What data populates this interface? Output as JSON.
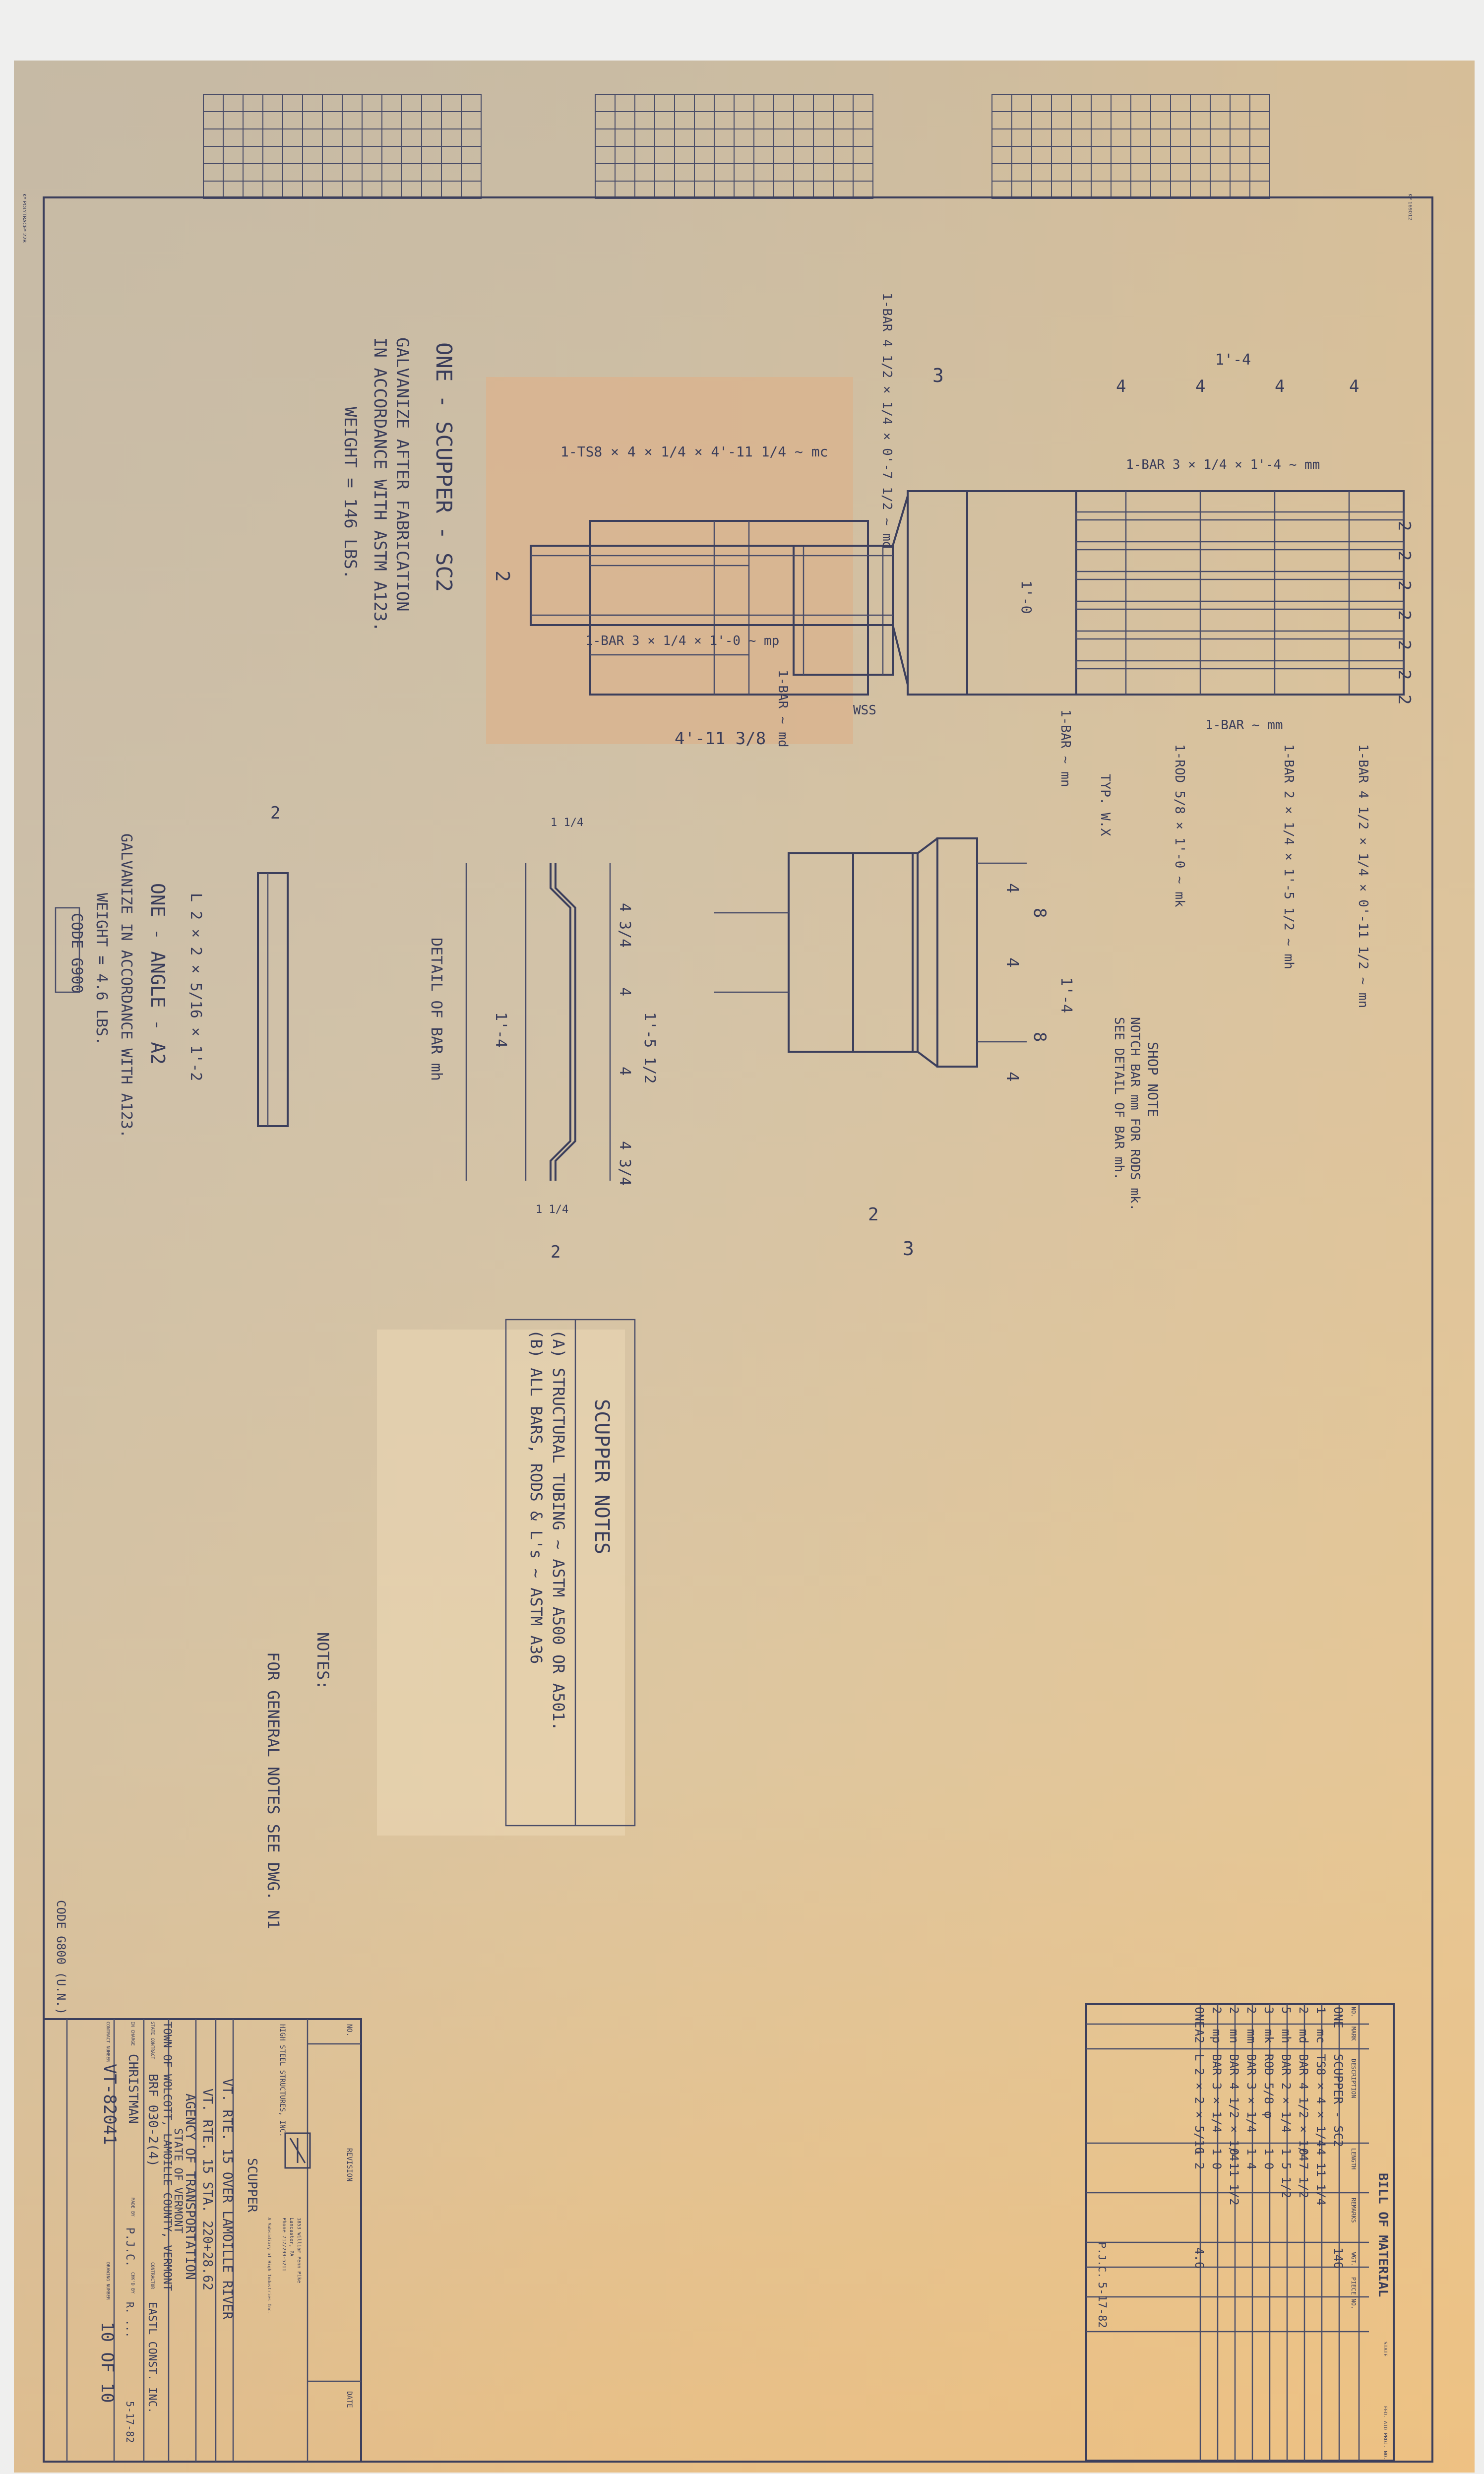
{
  "sheet_marks": {
    "left_top": "K* POLYTRACE* 22R",
    "right_top": "KP 169012"
  },
  "scupper_drawing": {
    "title": "ONE - SCUPPER - SC2",
    "notes": [
      "GALVANIZE AFTER FABRICATION",
      "IN ACCORDANCE WITH ASTM A123."
    ],
    "weight": "WEIGHT = 146 LBS.",
    "labels": {
      "ts8": "1-TS8 × 4 × 1/4 × 4'-11 1/4 ~ mc",
      "bar_mp": "1-BAR 3 × 1/4 × 1'-0 ~ mp",
      "bar_md_top": "1-BAR 4 1/2 × 1/4 × 0'-7 1/2 ~ md",
      "bar_mm_top": "1-BAR 3 × 1/4 × 1'-4 ~ mm",
      "bar_mm_bottom": "1-BAR ~ mm",
      "bar_mn_bottom": "1-BAR 4 1/2 × 1/4 × 0'-11 1/2 ~ mn",
      "bar_mh": "1-BAR 2 × 1/4 × 1'-5 1/2 ~ mh",
      "rod_mk": "1-ROD 5/8 × 1'-0 ~ mk",
      "bar_mn": "1-BAR ~ mn",
      "bar_md": "1-BAR ~ md",
      "typ": "TYP. W.X",
      "wss": "WSS",
      "ts_len": "4'-11 3/8",
      "top_len": "1'-4",
      "side_len": "1'-0",
      "side_len2": "1'-4",
      "shop_note_title": "SHOP NOTE",
      "shop_note_1": "NOTCH BAR mm FOR RODS mk.",
      "shop_note_2": "SEE DETAIL OF BAR mh."
    },
    "dims_top": [
      "4",
      "4",
      "4",
      "4"
    ],
    "dims_right": [
      "2",
      "2",
      "2",
      "2",
      "2",
      "2",
      "2"
    ],
    "dims_mid": [
      "4",
      "8",
      "4",
      "8",
      "4"
    ],
    "dims_small": [
      "3",
      "2",
      "3",
      "2"
    ]
  },
  "bar_detail": {
    "title": "DETAIL OF BAR mh",
    "length": "1'-4",
    "total": "1'-5 1/2",
    "dims": [
      "4 3/4",
      "4",
      "4",
      "4 3/4"
    ],
    "end_dims": [
      "1 1/4",
      "1 1/4"
    ],
    "width": "2"
  },
  "angle_drawing": {
    "title": "ONE - ANGLE - A2",
    "size": "L 2 × 2 × 5/16 × 1'-2",
    "notes": [
      "GALVANIZE IN ACCORDANCE WITH A123."
    ],
    "weight": "WEIGHT = 4.6 LBS.",
    "code": "CODE G900",
    "width": "2"
  },
  "scupper_notes": {
    "title": "SCUPPER NOTES",
    "items": [
      "(A) STRUCTURAL TUBING ~ ASTM A500 OR A501.",
      "(B) ALL BARS, RODS & L's ~ ASTM A36"
    ]
  },
  "general_notes": {
    "title": "NOTES:",
    "text": "FOR GENERAL NOTES SEE DWG. N1"
  },
  "title_block": {
    "code": "CODE G800 (U.N.)",
    "no_label": "NO.",
    "revision_label": "REVISION",
    "date_label": "DATE",
    "company": "HIGH STEEL STRUCTURES, INC.",
    "company_addr": [
      "1853 William Penn Pike",
      "Lancaster, PA",
      "Phone 717/299-5211"
    ],
    "company_sub": "A Subsidiary of High Industries Inc.",
    "item": "SCUPPER",
    "line1": "VT. RTE. 15 OVER LAMOILLE RIVER",
    "line2": "VT. RTE. 15 STA. 220+28.62",
    "line3": "AGENCY OF TRANSPORTATION",
    "line4": "STATE OF VERMONT",
    "line5": "TOWN OF WOLCOTT, LAMOILLE COUNTY, VERMONT",
    "state_contract_label": "STATE CONTRACT",
    "state_contract": "BRF 030-2(4)",
    "contractor_label": "CONTRACTOR",
    "contractor": "EASTL CONST. INC.",
    "in_charge_label": "IN CHARGE",
    "in_charge": "CHRISTMAN",
    "made_by_label": "MADE BY",
    "made_by": "P.J.C.",
    "chkd_label": "CHK'D BY",
    "chkd": "R. ...",
    "date": "5-17-82",
    "contract_number_label": "CONTRACT NUMBER",
    "contract_number": "VT-82041",
    "drawing_label": "DRAWING NUMBER",
    "drawing": "10 OF 10"
  },
  "bom": {
    "title": "BILL OF MATERIAL",
    "columns": [
      "NO.",
      "MARK",
      "DESCRIPTION",
      "LENGTH",
      "REMARKS",
      "WGT.",
      "PIECE NO.",
      "STATE",
      "FED. AID PROJ. NO."
    ],
    "rows": [
      {
        "no": "ONE",
        "mark": "",
        "desc": "SCUPPER - SC2",
        "len": "",
        "wgt": "146"
      },
      {
        "no": "1",
        "mark": "mc",
        "desc": "TS8 × 4 × 1/4",
        "len": "4 11 1/4",
        "wgt": ""
      },
      {
        "no": "2",
        "mark": "md",
        "desc": "BAR 4 1/2 × 1/4",
        "len": "0 7 1/2",
        "wgt": ""
      },
      {
        "no": "5",
        "mark": "mh",
        "desc": "BAR 2 × 1/4",
        "len": "1 5 1/2",
        "wgt": ""
      },
      {
        "no": "3",
        "mark": "mk",
        "desc": "ROD 5/8 φ",
        "len": "1 0",
        "wgt": ""
      },
      {
        "no": "2",
        "mark": "mm",
        "desc": "BAR 3 × 1/4",
        "len": "1 4",
        "wgt": ""
      },
      {
        "no": "2",
        "mark": "mn",
        "desc": "BAR 4 1/2 × 1/4",
        "len": "0 11 1/2",
        "wgt": ""
      },
      {
        "no": "2",
        "mark": "mp",
        "desc": "BAR 3 × 1/4",
        "len": "1 0",
        "wgt": ""
      },
      {
        "no": "ONE",
        "mark": "A2",
        "desc": "L 2 × 2 × 5/16",
        "len": "1 2",
        "wgt": "4.6"
      }
    ],
    "footer_date": "5-17-82",
    "footer_by": "P.J.C."
  },
  "colors": {
    "paper": "#d3c3a8",
    "ink": "#3c3f5c",
    "patch": "#d8b48e"
  }
}
